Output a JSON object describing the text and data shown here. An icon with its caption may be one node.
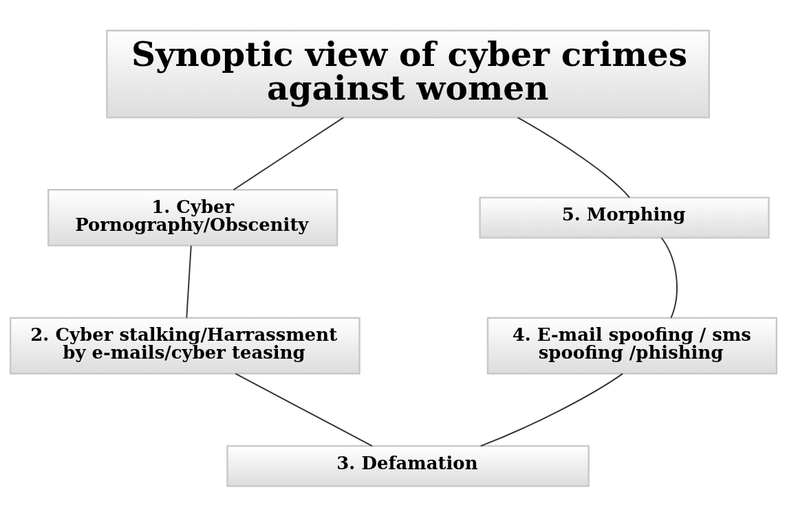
{
  "diagram": {
    "nodes": [
      {
        "text": [
          "Synoptic view of cyber crimes against women"
        ]
      },
      {
        "text": [
          "1. Cyber Pornography/Obscenity"
        ]
      },
      {
        "text": [
          "5. Morphing"
        ]
      },
      {
        "text": [
          "2. Cyber stalking/Harrassment by e-mails/cyber teasing"
        ]
      },
      {
        "text": [
          "4. E-mail spoofing / sms spoofing /phishing"
        ]
      },
      {
        "text": [
          "3. Defamation"
        ]
      }
    ],
    "edges": [
      {
        "from": 0,
        "to": 1,
        "arrow": "none"
      },
      {
        "from": 1,
        "to": 3,
        "arrow": "none"
      },
      {
        "from": 3,
        "to": 5,
        "arrow": "none"
      },
      {
        "from": 5,
        "to": 4,
        "arrow": "none"
      },
      {
        "from": 4,
        "to": 2,
        "arrow": "none"
      },
      {
        "from": 2,
        "to": 0,
        "arrow": "none"
      }
    ]
  }
}
